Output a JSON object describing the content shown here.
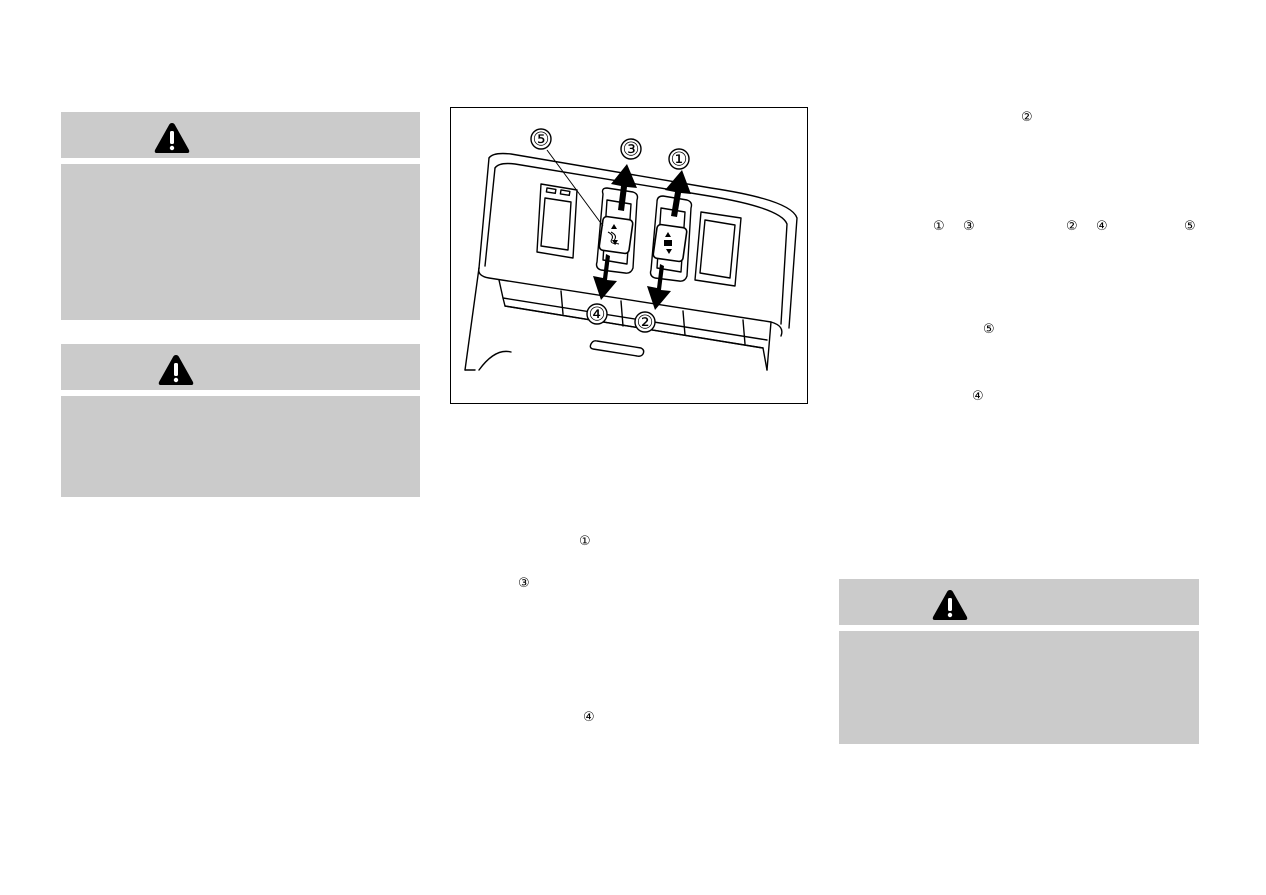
{
  "warnings": [
    {
      "icon": "warning-triangle-icon"
    },
    {
      "icon": "warning-triangle-icon"
    },
    {
      "icon": "warning-triangle-icon"
    }
  ],
  "figure": {
    "callouts": {
      "c1": "①",
      "c2": "②",
      "c3": "③",
      "c4": "④",
      "c5": "⑤"
    }
  },
  "text_refs": {
    "col2_ref1": "①",
    "col2_ref3": "③",
    "col2_ref4": "④",
    "col3_ref2_top": "②",
    "col3_ref1": "①",
    "col3_ref3": "③",
    "col3_ref2": "②",
    "col3_ref4": "④",
    "col3_ref5": "⑤",
    "col3_ref5_b": "⑤",
    "col3_ref4_b": "④"
  },
  "colors": {
    "panel_gray": "#cbcbcb",
    "ink": "#000000"
  }
}
